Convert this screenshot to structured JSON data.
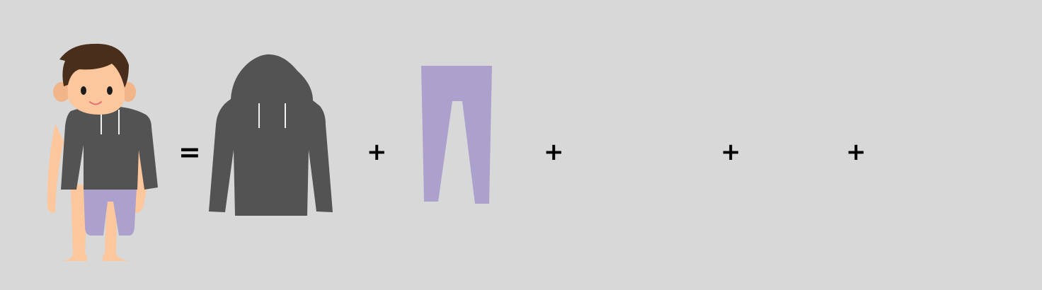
{
  "operators": {
    "equals": "=",
    "plus_1": "+",
    "plus_2": "+",
    "plus_3": "+",
    "plus_4": "+"
  },
  "colors": {
    "background": "#d8d8d8",
    "hoodie": "#535353",
    "pants": "#aba1cc",
    "skin": "#fcc79c",
    "hair": "#4a2e1c"
  },
  "items": [
    {
      "name": "hoodie",
      "icon": "hoodie-icon"
    },
    {
      "name": "pants",
      "icon": "pants-icon"
    },
    {
      "name": "empty"
    },
    {
      "name": "empty"
    }
  ]
}
